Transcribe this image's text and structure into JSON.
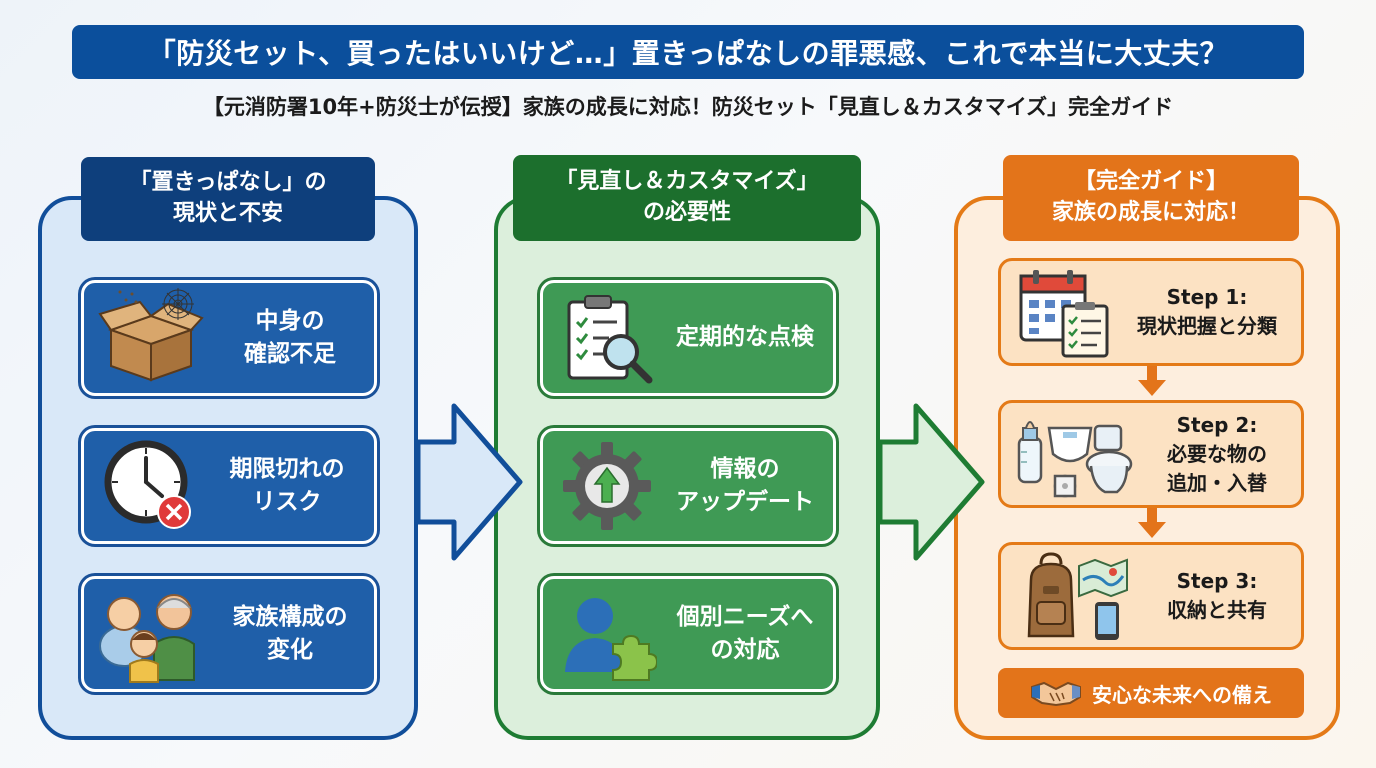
{
  "title": "「防災セット、買ったはいいけど…」置きっぱなしの罪悪感、これで本当に大丈夫？",
  "subtitle": "【元消防署10年+防災士が伝授】家族の成長に対応！防災セット「見直し＆カスタマイズ」完全ガイド",
  "columns": {
    "current": {
      "header": [
        "「置きっぱなし」の",
        "現状と不安"
      ],
      "items": [
        {
          "lines": [
            "中身の",
            "確認不足"
          ],
          "icon": "dusty-box-icon"
        },
        {
          "lines": [
            "期限切れの",
            "リスク"
          ],
          "icon": "clock-expired-icon"
        },
        {
          "lines": [
            "家族構成の",
            "変化"
          ],
          "icon": "family-icon"
        }
      ]
    },
    "need": {
      "header": [
        "「見直し＆カスタマイズ」",
        "の必要性"
      ],
      "items": [
        {
          "lines": [
            "定期的な点検"
          ],
          "icon": "checklist-magnifier-icon"
        },
        {
          "lines": [
            "情報の",
            "アップデート"
          ],
          "icon": "gear-update-icon"
        },
        {
          "lines": [
            "個別ニーズへ",
            "の対応"
          ],
          "icon": "person-puzzle-icon"
        }
      ]
    },
    "guide": {
      "header": [
        "【完全ガイド】",
        "家族の成長に対応！"
      ],
      "steps": [
        {
          "lines": [
            "Step 1:",
            "現状把握と分類"
          ],
          "icon": "calendar-checklist-icon"
        },
        {
          "lines": [
            "Step 2:",
            "必要な物の",
            "追加・入替"
          ],
          "icon": "baby-supplies-icon"
        },
        {
          "lines": [
            "Step 3:",
            "収納と共有"
          ],
          "icon": "backpack-map-phone-icon"
        }
      ],
      "footer": "安心な未来への備え",
      "footer_icon": "handshake-icon"
    }
  },
  "colors": {
    "blue": "#114e9a",
    "green": "#1e7c33",
    "orange": "#e47a17"
  }
}
